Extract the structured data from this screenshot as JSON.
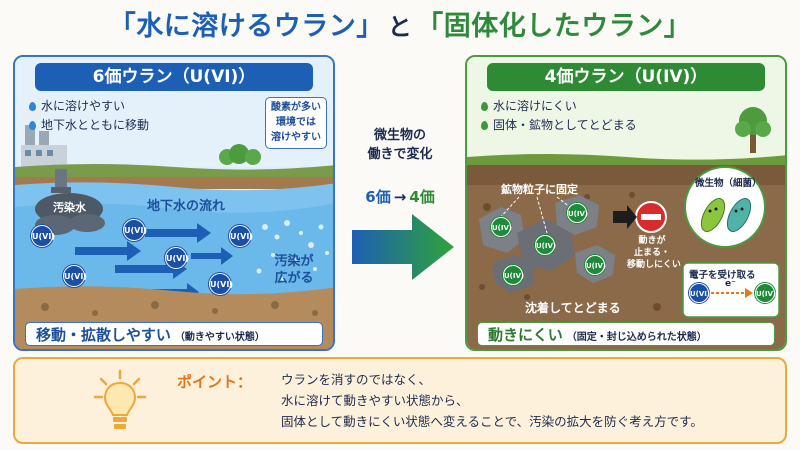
{
  "title": {
    "part1": "「水に溶けるウラン」",
    "connector": "と",
    "part2": "「固体化したウラン」"
  },
  "left_panel": {
    "heading": "6価ウラン（U(VI)）",
    "bullets": [
      "水に溶けやすい",
      "地下水とともに移動"
    ],
    "note": [
      "酸素が多い",
      "環境では",
      "溶けやすい"
    ],
    "labels": {
      "contaminated_water": "汚染水",
      "groundwater_flow": "地下水の流れ",
      "spread_line1": "汚染が",
      "spread_line2": "広がる"
    },
    "uranium_label": "U(VI)",
    "footer_main": "移動・拡散しやすい",
    "footer_sub": "（動きやすい状態）"
  },
  "middle": {
    "line1": "微生物の",
    "line2": "働きで変化",
    "from": "6価",
    "arrow": "→",
    "to": "4価"
  },
  "right_panel": {
    "heading": "4価ウラン（U(IV)）",
    "bullets": [
      "水に溶けにくい",
      "固体・鉱物としてとどまる"
    ],
    "labels": {
      "fixed_to_mineral": "鉱物粒子に固定",
      "microbe": "微生物（細菌）",
      "stop_line1": "動きが",
      "stop_line2": "止まる・",
      "stop_line3": "移動しにくい",
      "electron_accept": "電子を受け取る",
      "electron": "e⁻",
      "settle": "沈着してとどまる"
    },
    "uranium_label": "U(IV)",
    "uranium_label_before": "U(VI)",
    "footer_main": "動きにくい",
    "footer_sub": "（固定・封じ込められた状態）"
  },
  "point": {
    "label": "ポイント：",
    "lines": [
      "ウランを消すのではなく、",
      "水に溶けて動きやすい状態から、",
      "固体として動きにくい状態へ変えることで、汚染の拡大を防ぐ考え方です。"
    ]
  },
  "colors": {
    "blue_accent": "#1d5fb4",
    "green_accent": "#2f8a35",
    "orange_accent": "#e0751a"
  }
}
